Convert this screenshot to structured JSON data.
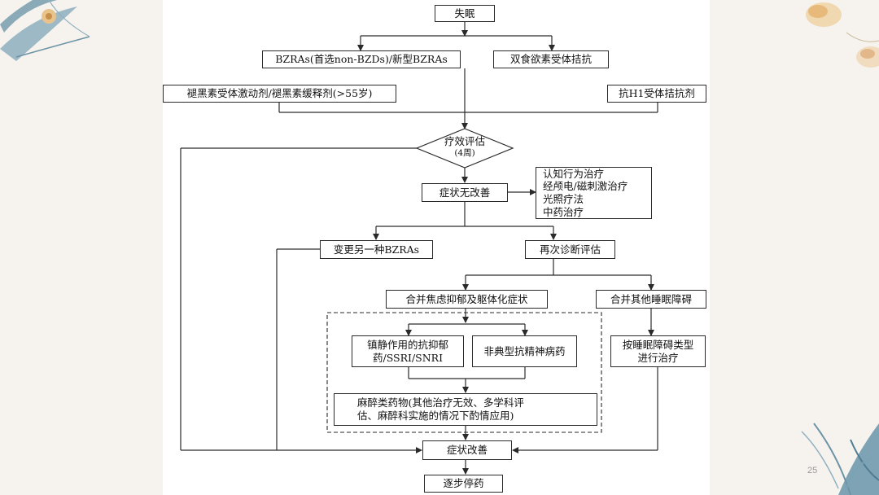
{
  "flowchart": {
    "start": "失眠",
    "drug_a": "BZRAs(首选non-BZDs)/新型BZRAs",
    "drug_b": "双食欲素受体拮抗",
    "drug_c": "褪黑素受体激动剂/褪黑素缓释剂(>55岁)",
    "drug_d": "抗H1受体拮抗剂",
    "evaluate": {
      "line1": "疗效评估",
      "line2": "(4周)"
    },
    "no_improve": "症状无改善",
    "non_drug": [
      "认知行为治疗",
      "经颅电/磁刺激治疗",
      "光照疗法",
      "中药治疗"
    ],
    "switch_bzra": "变更另一种BZRAs",
    "rediagnose": "再次诊断评估",
    "anxiety": "合并焦虑抑郁及躯体化症状",
    "other_sleep": "合并其他睡眠障碍",
    "sedative": [
      "镇静作用的抗抑郁",
      "药/SSRI/SNRI"
    ],
    "atypical": "非典型抗精神病药",
    "sleep_type": [
      "按睡眠障碍类型",
      "进行治疗"
    ],
    "anesthetic": [
      "麻醉类药物(其他治疗无效、多学科评",
      "估、麻醉科实施的情况下酌情应用)"
    ],
    "improve": "症状改善",
    "taper": "逐步停药"
  },
  "page_number": "25",
  "colors": {
    "line": "#2a2a2a",
    "panel": "#ffffff",
    "background": "#f6f3ee"
  },
  "decorations": [
    "leaf-decoration-top-left",
    "flower-decoration-top-right",
    "leaf-decoration-bottom-right"
  ]
}
